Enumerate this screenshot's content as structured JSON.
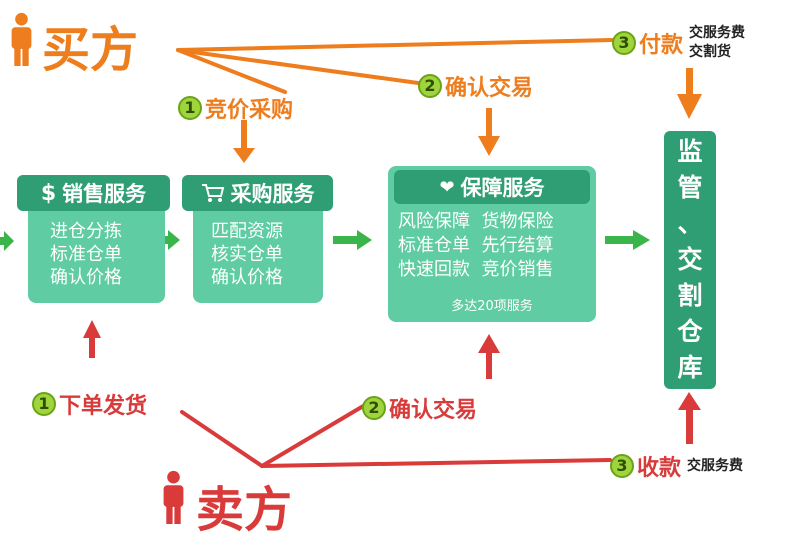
{
  "buyer": {
    "label": "买方"
  },
  "seller": {
    "label": "卖方"
  },
  "buyer_steps": [
    {
      "num": "1",
      "label": "竞价采购"
    },
    {
      "num": "2",
      "label": "确认交易"
    },
    {
      "num": "3",
      "label": "付款",
      "notes": [
        "交服务费",
        "交割货"
      ]
    }
  ],
  "seller_steps": [
    {
      "num": "1",
      "label": "下单发货"
    },
    {
      "num": "2",
      "label": "确认交易"
    },
    {
      "num": "3",
      "label": "收款",
      "notes": [
        "交服务费"
      ]
    }
  ],
  "boxes": {
    "sales": {
      "icon": "dollar-icon",
      "title": "销售服务",
      "lines": [
        "进仓分拣",
        "标准仓单",
        "确认价格"
      ]
    },
    "purchase": {
      "icon": "cart-icon",
      "title": "采购服务",
      "lines": [
        "匹配资源",
        "核实仓单",
        "确认价格"
      ]
    },
    "guarantee": {
      "icon": "heart-icon",
      "title": "保障服务",
      "lines": [
        "风险保障  货物保险",
        "标准仓单  先行结算",
        "快速回款  竞价销售"
      ],
      "footer": "多达20项服务"
    },
    "warehouse": {
      "chars": [
        "监",
        "管",
        "、",
        "交",
        "割",
        "仓",
        "库"
      ]
    }
  },
  "colors": {
    "buyer": "#ee7d1e",
    "seller": "#d93a3a",
    "green_flow": "#3ab54a",
    "box": "#5fcca4",
    "box_dark": "#2f9e75",
    "step_badge": "#9fd43c"
  }
}
